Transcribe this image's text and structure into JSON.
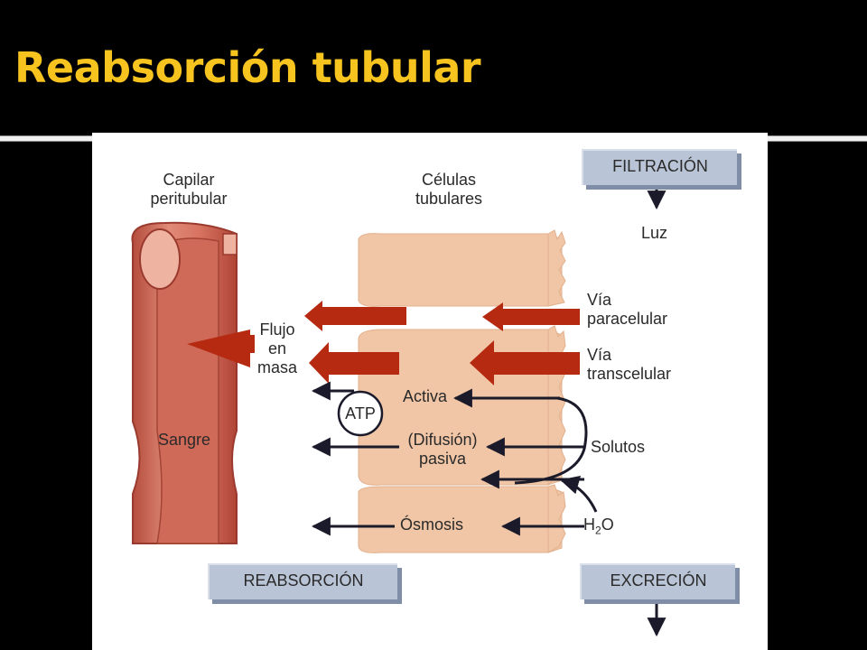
{
  "slide": {
    "title": "Reabsorción tubular"
  },
  "diagram": {
    "capillary_label": [
      "Capilar",
      "peritubular"
    ],
    "cells_label": [
      "Células",
      "tubulares"
    ],
    "blood_label": "Sangre",
    "bulk_flow_label": [
      "Flujo",
      "en",
      "masa"
    ],
    "lumen_label": "Luz",
    "paracellular_label": [
      "Vía",
      "paracelular"
    ],
    "transcellular_label": [
      "Vía",
      "transcelular"
    ],
    "atp_label": "ATP",
    "active_label": "Activa",
    "passive_label": [
      "(Difusión)",
      "pasiva"
    ],
    "solutes_label": "Solutos",
    "osmosis_label": "Ósmosis",
    "water_label": {
      "base": "H",
      "sub": "2",
      "tail": "O"
    },
    "filtration_box": "FILTRACIÓN",
    "reabsorption_box": "REABSORCIÓN",
    "excretion_box": "EXCRECIÓN",
    "colors": {
      "vessel": "#cf6a58",
      "vessel_dark": "#b24a3c",
      "vessel_light": "#e08a78",
      "cells": "#f0c6a6",
      "flow_arrow": "#b52a10",
      "box_fill": "#b9c5d6",
      "title": "#f7c31e"
    }
  }
}
